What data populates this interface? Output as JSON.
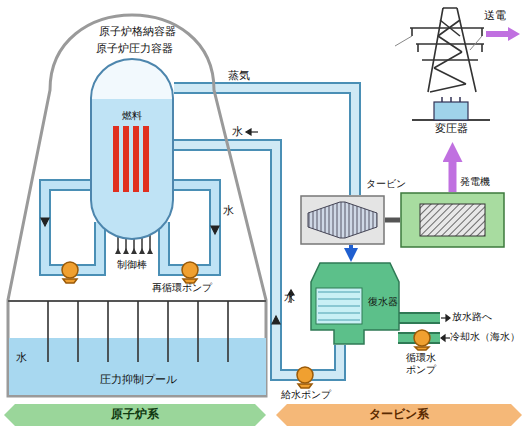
{
  "diagram": {
    "nodes": [
      {
        "text": [
          "原子炉格納容器"
        ]
      },
      {
        "text": [
          "原子炉圧力容器"
        ],
        "in": 0
      },
      {
        "text": [
          "燃料"
        ],
        "in": 1
      },
      {
        "text": [
          "水",
          "圧力抑制プール"
        ],
        "in": 0
      },
      {
        "text": [
          "タービン"
        ]
      },
      {
        "text": [
          "発電機"
        ]
      },
      {
        "text": [
          "変圧器"
        ]
      },
      {
        "text": [
          "復水器"
        ]
      },
      {
        "text": [
          "原子炉系"
        ]
      },
      {
        "text": [
          "タービン系"
        ]
      }
    ],
    "edges": [
      {
        "from": 1,
        "to": 4,
        "arrow": "none",
        "label": "蒸気"
      },
      {
        "from": 7,
        "to": 1,
        "arrow": "none",
        "label": "水"
      },
      {
        "from": 4,
        "to": 7,
        "arrow": "to"
      },
      {
        "from": 4,
        "to": 5,
        "arrow": "none"
      },
      {
        "from": 5,
        "to": 6,
        "arrow": "to"
      }
    ],
    "labels": [
      "送電",
      "水",
      "水",
      "制御棒",
      "再循環ポンプ",
      "給水ポンプ",
      "放水路へ",
      "冷却水（海水）",
      "循環水ポンプ"
    ]
  }
}
